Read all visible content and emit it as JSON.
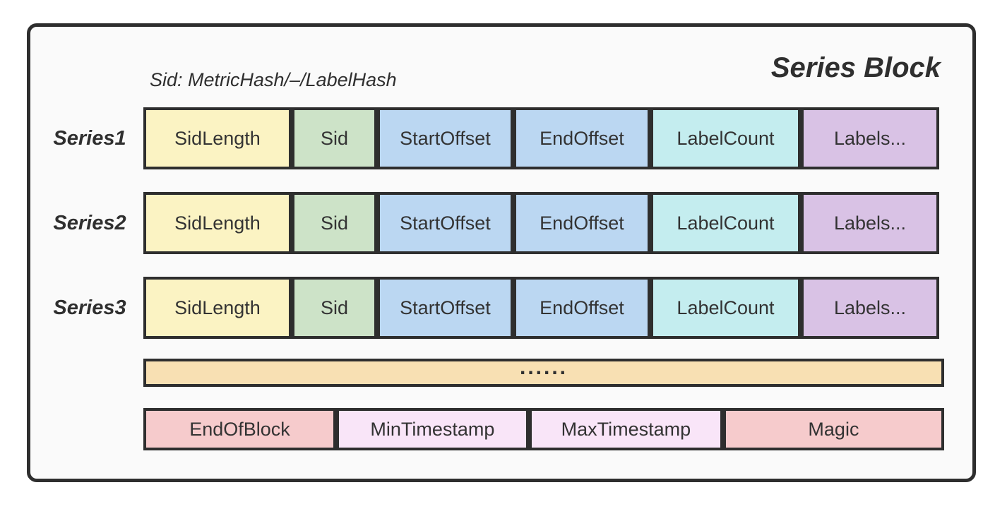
{
  "header": {
    "title": "Series Block",
    "sid_note": "Sid: MetricHash/–/LabelHash"
  },
  "series_rows": [
    {
      "label": "Series1"
    },
    {
      "label": "Series2"
    },
    {
      "label": "Series3"
    }
  ],
  "series_cells": [
    {
      "label": "SidLength",
      "color": "#FBF3C3"
    },
    {
      "label": "Sid",
      "color": "#CDE3C8"
    },
    {
      "label": "StartOffset",
      "color": "#BBD7F2"
    },
    {
      "label": "EndOffset",
      "color": "#BBD7F2"
    },
    {
      "label": "LabelCount",
      "color": "#C4EDEF"
    },
    {
      "label": "Labels...",
      "color": "#D9C2E5"
    }
  ],
  "ellipsis_row": {
    "text": "......",
    "color": "#F8E0B3"
  },
  "footer_cells": [
    {
      "label": "EndOfBlock",
      "color": "#F6CBCC"
    },
    {
      "label": "MinTimestamp",
      "color": "#F9E5F8"
    },
    {
      "label": "MaxTimestamp",
      "color": "#F9E5F8"
    },
    {
      "label": "Magic",
      "color": "#F6CBCC"
    }
  ],
  "colors": {
    "border": "#2E2E2E",
    "text": "#333333",
    "frame_background": "#FAFAFA"
  }
}
